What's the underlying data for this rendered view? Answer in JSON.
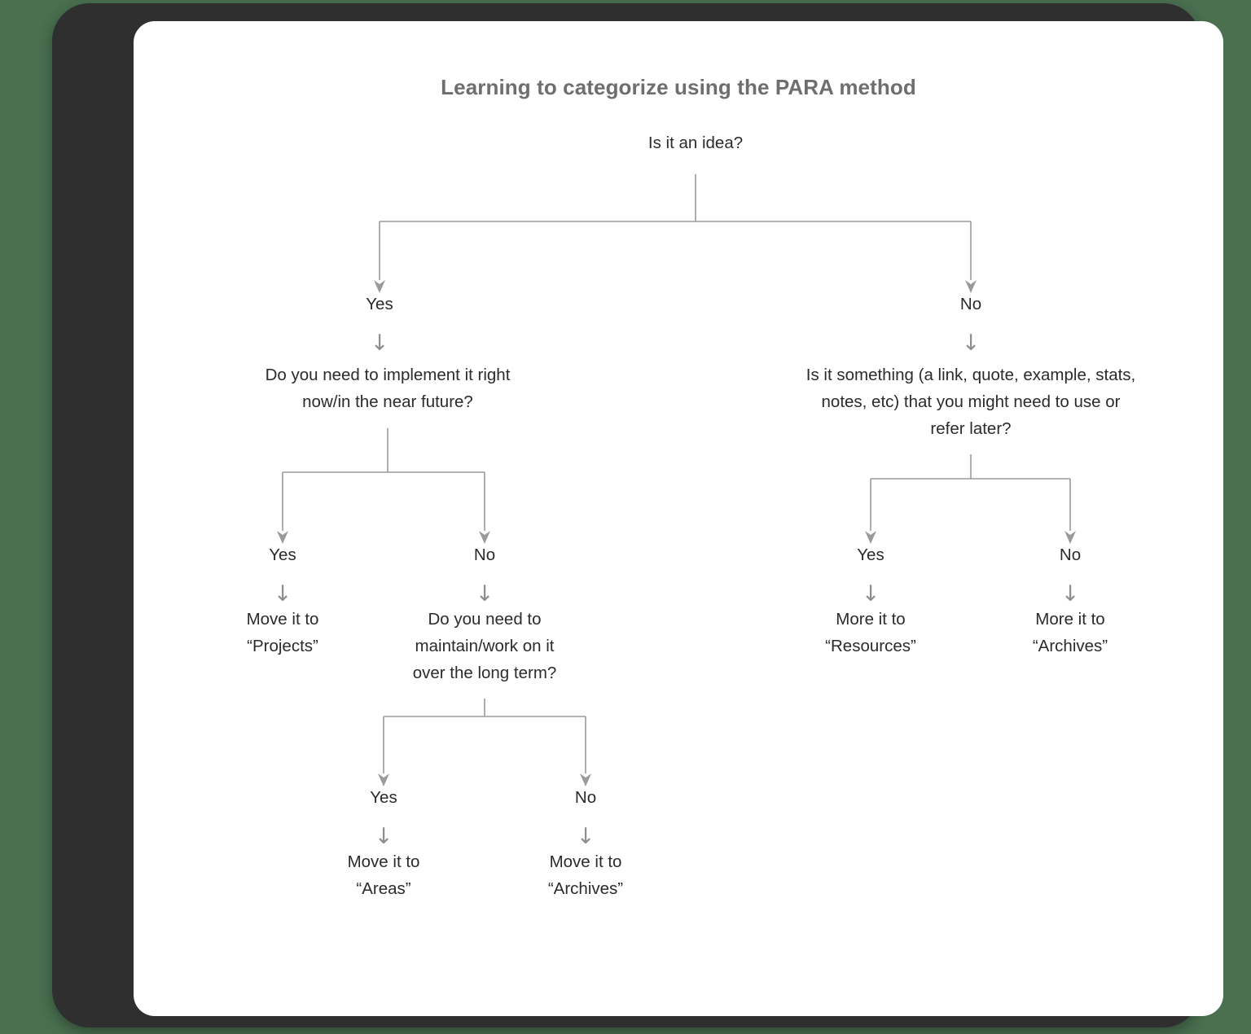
{
  "canvas": {
    "background_color": "#4a7050",
    "card_color": "#ffffff",
    "bezel_color": "#2f2f2f",
    "line_color": "#9a9a9a",
    "text_color": "#2b2b2b",
    "title_color": "#6e6e6e"
  },
  "title": "Learning to categorize using the PARA method",
  "arrow_glyph": "↓",
  "nodes": {
    "root": "Is it an idea?",
    "left_q1": "Do you need to implement it right\nnow/in the near future?",
    "right_q1": "Is it something (a link, quote, example, stats,\nnotes, etc) that you might need to use or\nrefer later?",
    "left_projects": "Move it to\n“Projects”",
    "left_q2": "Do you need to\nmaintain/work on it\nover the long term?",
    "left_areas": "Move it to\n“Areas”",
    "left_archives": "Move it to\n“Archives”",
    "right_resources": "More it to\n“Resources”",
    "right_archives": "More it to\n“Archives”"
  },
  "edge_labels": {
    "root_yes": "Yes",
    "root_no": "No",
    "left_q1_yes": "Yes",
    "left_q1_no": "No",
    "left_q2_yes": "Yes",
    "left_q2_no": "No",
    "right_q1_yes": "Yes",
    "right_q1_no": "No"
  },
  "chart_data": {
    "type": "flowchart",
    "title": "Learning to categorize using the PARA method",
    "orientation": "top-down",
    "nodes": [
      {
        "id": "root",
        "label": "Is it an idea?",
        "kind": "decision"
      },
      {
        "id": "left_q1",
        "label": "Do you need to implement it right now/in the near future?",
        "kind": "decision"
      },
      {
        "id": "right_q1",
        "label": "Is it something (a link, quote, example, stats, notes, etc) that you might need to use or refer later?",
        "kind": "decision"
      },
      {
        "id": "left_projects",
        "label": "Move it to “Projects”",
        "kind": "outcome"
      },
      {
        "id": "left_q2",
        "label": "Do you need to maintain/work on it over the long term?",
        "kind": "decision"
      },
      {
        "id": "left_areas",
        "label": "Move it to “Areas”",
        "kind": "outcome"
      },
      {
        "id": "left_archives",
        "label": "Move it to “Archives”",
        "kind": "outcome"
      },
      {
        "id": "right_resources",
        "label": "More it to “Resources”",
        "kind": "outcome"
      },
      {
        "id": "right_archives",
        "label": "More it to “Archives”",
        "kind": "outcome"
      }
    ],
    "edges": [
      {
        "from": "root",
        "to": "left_q1",
        "label": "Yes"
      },
      {
        "from": "root",
        "to": "right_q1",
        "label": "No"
      },
      {
        "from": "left_q1",
        "to": "left_projects",
        "label": "Yes"
      },
      {
        "from": "left_q1",
        "to": "left_q2",
        "label": "No"
      },
      {
        "from": "left_q2",
        "to": "left_areas",
        "label": "Yes"
      },
      {
        "from": "left_q2",
        "to": "left_archives",
        "label": "No"
      },
      {
        "from": "right_q1",
        "to": "right_resources",
        "label": "Yes"
      },
      {
        "from": "right_q1",
        "to": "right_archives",
        "label": "No"
      }
    ]
  }
}
